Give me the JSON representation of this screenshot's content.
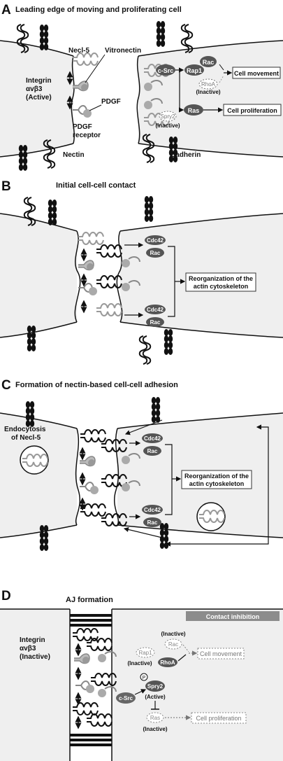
{
  "panels": [
    {
      "letter": "A",
      "title": "Leading edge of moving and proliferating cell",
      "labels": {
        "necl5": "Necl-5",
        "vitronectin": "Vitronectin",
        "integrin_l1": "Integrin",
        "integrin_l2": "αvβ3",
        "integrin_l3": "(Active)",
        "pdgf": "PDGF",
        "pdgf_receptor_l1": "PDGF",
        "pdgf_receptor_l2": "receptor",
        "nectin": "Nectin",
        "cadherin": "Cadherin",
        "csrc": "c-Src",
        "rap1": "Rap1",
        "rac": "Rac",
        "rhoa": "RhoA",
        "rhoa_state": "(Inactive)",
        "ras": "Ras",
        "spry2": "Spry2",
        "spry2_state": "(Inactive)",
        "out_movement": "Cell movement",
        "out_proliferation": "Cell proliferation"
      }
    },
    {
      "letter": "B",
      "title": "Initial cell-cell contact",
      "labels": {
        "cdc42_top": "Cdc42",
        "rac_top": "Rac",
        "cdc42_bottom": "Cdc42",
        "rac_bottom": "Rac",
        "out_l1": "Reorganization of the",
        "out_l2": "actin cytoskeleton"
      }
    },
    {
      "letter": "C",
      "title": "Formation of nectin-based cell-cell adhesion",
      "labels": {
        "endo_l1": "Endocytosis",
        "endo_l2": "of Necl-5",
        "cdc42_top": "Cdc42",
        "rac_top": "Rac",
        "cdc42_bottom": "Cdc42",
        "rac_bottom": "Rac",
        "out_l1": "Reorganization of the",
        "out_l2": "actin cytoskeleton"
      }
    },
    {
      "letter": "D",
      "title": "AJ formation",
      "labels": {
        "contact_inhibition": "Contact inhibition",
        "integrin_l1": "Integrin",
        "integrin_l2": "αvβ3",
        "integrin_l3": "(Inactive)",
        "rac_state": "(Inactive)",
        "rac": "Rac",
        "rap1": "Rap1",
        "rap1_state": "(Inactive)",
        "rhoa": "RhoA",
        "out_movement": "Cell movement",
        "p": "P",
        "spry2": "Spry2",
        "spry2_state": "(Active)",
        "csrc": "c-Src",
        "ras": "Ras",
        "ras_state": "(Inactive)",
        "out_proliferation": "Cell proliferation"
      }
    }
  ],
  "colors": {
    "cell_fill": "#efefef",
    "protein_dark": "#4a4a4a",
    "protein_gray": "#9b9b9b",
    "line": "#111111",
    "contact_inhibition_bg": "#8c8c8c"
  }
}
